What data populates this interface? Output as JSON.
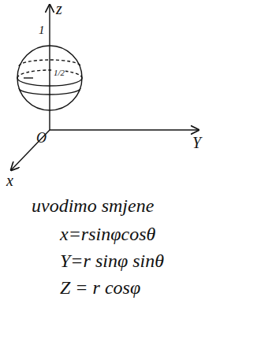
{
  "diagram": {
    "labels": [
      "z",
      "1",
      "1/2",
      "O",
      "Y",
      "x",
      "uvodimo smjene",
      "x=rsinφcosθ",
      "Y=r sinφ sinθ",
      "Z = r cosφ"
    ]
  }
}
